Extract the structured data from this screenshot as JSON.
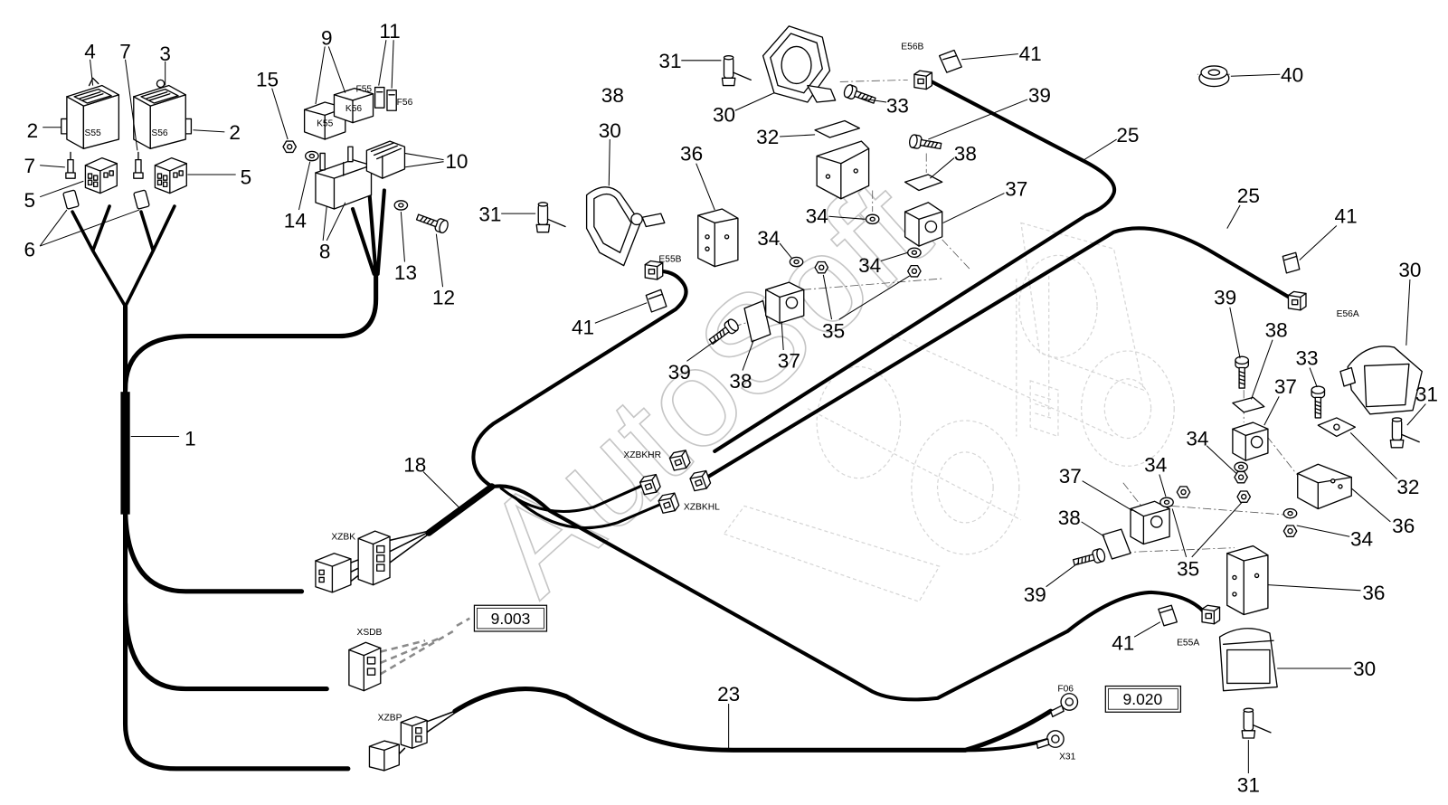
{
  "watermark": "AutoSoft",
  "callouts": [
    "4",
    "7",
    "3",
    "2",
    "2",
    "7",
    "5",
    "5",
    "6",
    "9",
    "11",
    "15",
    "10",
    "14",
    "8",
    "13",
    "12",
    "1",
    "18",
    "31",
    "30",
    "33",
    "32",
    "41",
    "39",
    "25",
    "38",
    "30",
    "36",
    "31",
    "38",
    "37",
    "34",
    "34",
    "34",
    "41",
    "35",
    "39",
    "37",
    "38",
    "40",
    "25",
    "41",
    "30",
    "39",
    "38",
    "33",
    "37",
    "31",
    "34",
    "32",
    "34",
    "37",
    "36",
    "38",
    "34",
    "35",
    "39",
    "36",
    "41",
    "30",
    "23",
    "31"
  ],
  "labels": [
    "S55",
    "S56",
    "K55",
    "K56",
    "F55",
    "F56",
    "E56B",
    "E55B",
    "E56A",
    "E55A",
    "XZBKHR",
    "XZBKHL",
    "XZBK",
    "XSDB",
    "XZBP",
    "F06",
    "X31"
  ],
  "references": [
    "9.003",
    "9.020"
  ]
}
